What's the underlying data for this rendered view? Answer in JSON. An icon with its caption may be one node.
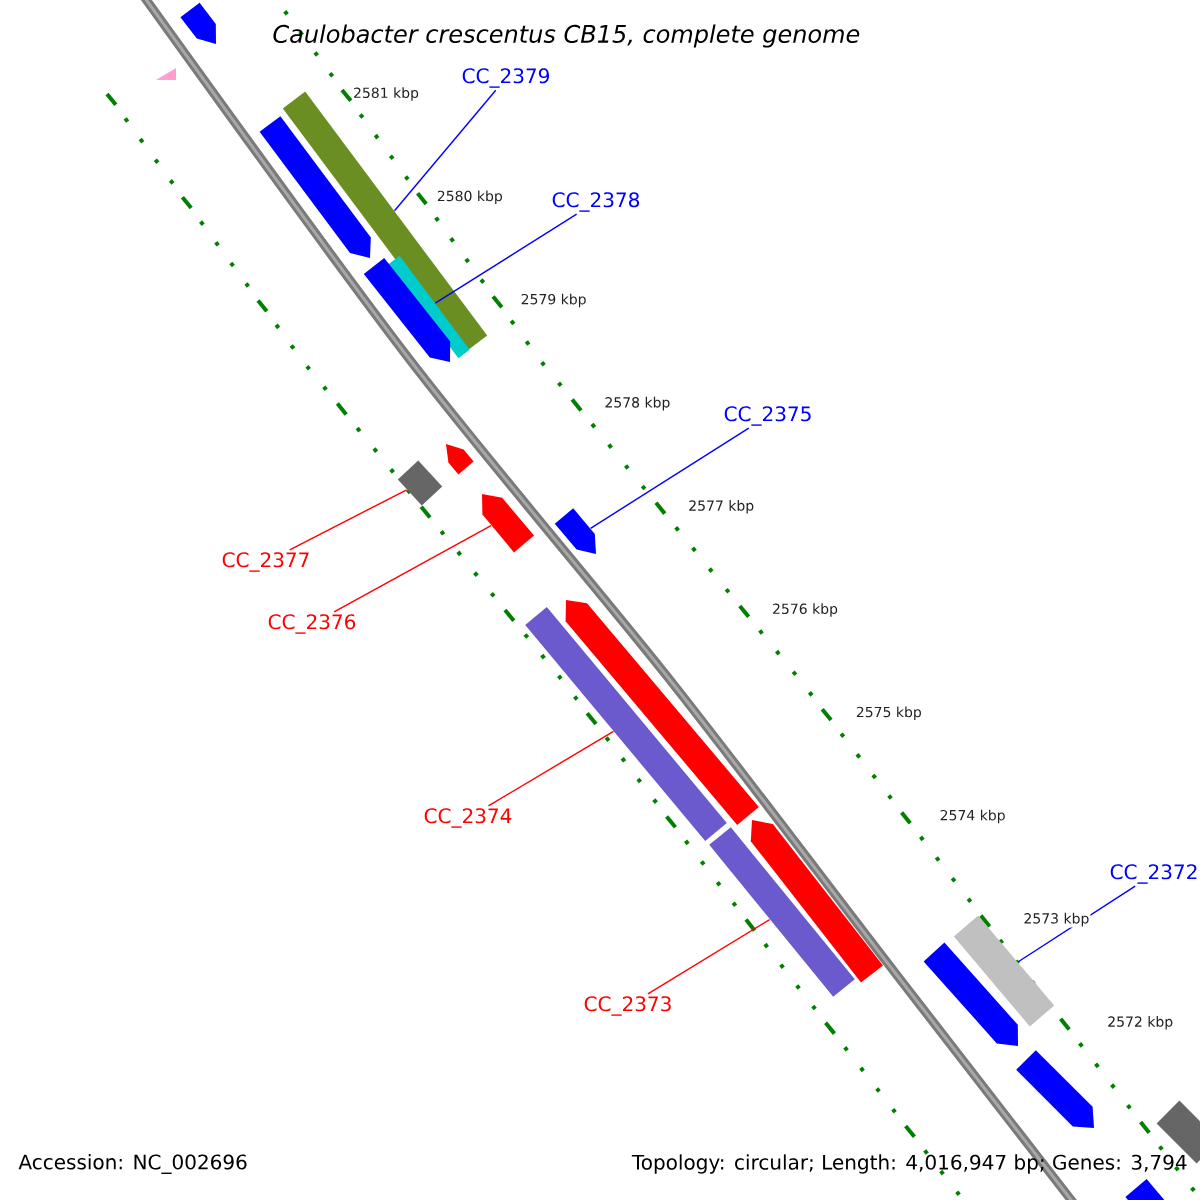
{
  "diagram": {
    "title": "Caulobacter crescentus CB15, complete genome",
    "nodes": [
      {
        "text": [
          "CC_2379"
        ]
      },
      {
        "text": [],
        "shape": "bar"
      },
      {
        "text": [
          "CC_2378"
        ]
      },
      {
        "text": [],
        "shape": "bar"
      },
      {
        "text": [
          "CC_2375"
        ]
      },
      {
        "text": [],
        "shape": "bar"
      },
      {
        "text": [
          "CC_2377"
        ]
      },
      {
        "text": [],
        "shape": "bar"
      },
      {
        "text": [
          "CC_2376"
        ]
      },
      {
        "text": [],
        "shape": "bar"
      },
      {
        "text": [
          "CC_2374"
        ]
      },
      {
        "text": [],
        "shape": "bar"
      },
      {
        "text": [
          "CC_2373"
        ]
      },
      {
        "text": [],
        "shape": "bar"
      },
      {
        "text": [
          "CC_2372"
        ]
      },
      {
        "text": [],
        "shape": "bar"
      },
      {
        "text": [],
        "shape": "bar"
      },
      {
        "text": [],
        "shape": "bar"
      },
      {
        "text": [],
        "shape": "bar"
      },
      {
        "text": [],
        "shape": "bar"
      },
      {
        "text": [],
        "shape": "bar"
      },
      {
        "text": [],
        "shape": "bar"
      },
      {
        "text": [],
        "shape": "bar"
      },
      {
        "text": [],
        "shape": "bar"
      },
      {
        "text": [],
        "shape": "bar"
      },
      {
        "text": [],
        "shape": "bar"
      },
      {
        "text": [],
        "shape": "triangle"
      }
    ],
    "edges": [
      {
        "from": 0,
        "to": 1,
        "arrow": "none",
        "color": "#0000ff"
      },
      {
        "from": 2,
        "to": 3,
        "arrow": "none",
        "color": "#0000ff"
      },
      {
        "from": 4,
        "to": 5,
        "arrow": "none",
        "color": "#0000ff"
      },
      {
        "from": 6,
        "to": 7,
        "arrow": "none",
        "color": "#ff0000"
      },
      {
        "from": 8,
        "to": 9,
        "arrow": "none",
        "color": "#ff0000"
      },
      {
        "from": 10,
        "to": 11,
        "arrow": "none",
        "color": "#ff0000"
      },
      {
        "from": 12,
        "to": 13,
        "arrow": "none",
        "color": "#ff0000"
      },
      {
        "from": 14,
        "to": 15,
        "arrow": "none",
        "color": "#0000ff"
      }
    ],
    "labels": [
      "2581 kbp",
      "2580 kbp",
      "2579 kbp",
      "2578 kbp",
      "2577 kbp",
      "2576 kbp",
      "2575 kbp",
      "2574 kbp",
      "2573 kbp",
      "2572 kbp",
      "Accession: NC_002696",
      "Topology: circular; Length: 4,016,947 bp; Genes: 3,794"
    ]
  }
}
